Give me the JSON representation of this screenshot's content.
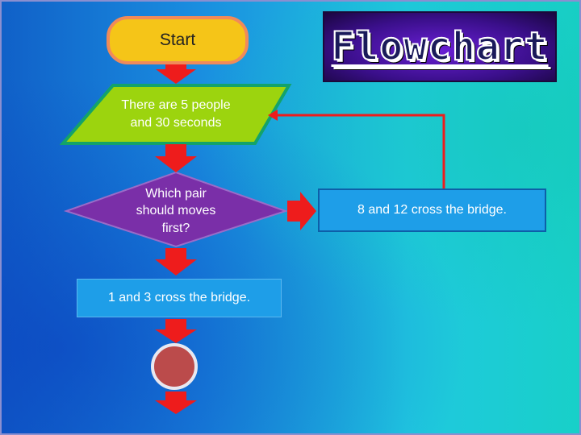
{
  "flowchart": {
    "title": "Flowchart",
    "start_label": "Start",
    "input_text": "There are 5 people and 30 seconds",
    "input_lines": [
      "There are 5 people",
      "and 30 seconds"
    ],
    "decision_lines": [
      "Which pair",
      "should moves",
      "first?"
    ],
    "process_left": "1 and 3 cross the bridge.",
    "process_right": "8 and 12 cross the bridge."
  },
  "colors": {
    "start_fill": "#f5c518",
    "start_border": "#f08a5a",
    "input_fill": "#9cd40e",
    "decision_fill": "#7a2fa8",
    "process_fill": "#1e9ee8",
    "arrow_red": "#ee1c1c",
    "end_fill": "#bb4b4b"
  }
}
